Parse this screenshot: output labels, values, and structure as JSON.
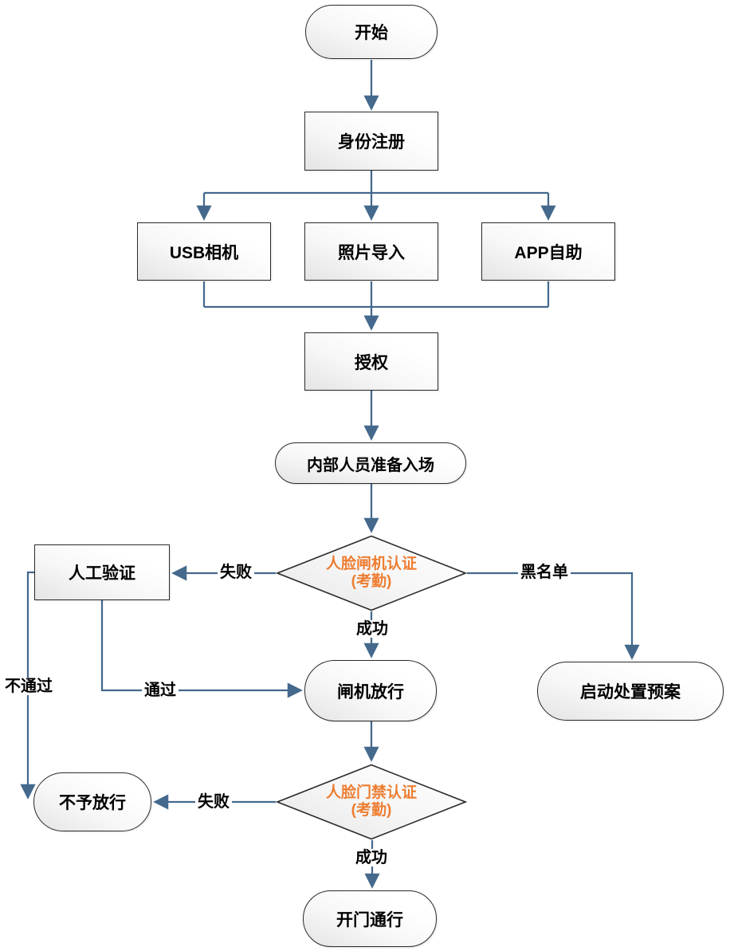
{
  "flowchart": {
    "nodes": {
      "start": {
        "label": "开始",
        "shape": "terminator"
      },
      "register": {
        "label": "身份注册",
        "shape": "process"
      },
      "usb": {
        "label": "USB相机",
        "shape": "process"
      },
      "photo": {
        "label": "照片导入",
        "shape": "process"
      },
      "app": {
        "label": "APP自助",
        "shape": "process"
      },
      "authorize": {
        "label": "授权",
        "shape": "process"
      },
      "prepare": {
        "label": "内部人员准备入场",
        "shape": "terminator"
      },
      "gate_auth": {
        "line1": "人脸闸机认证",
        "line2": "(考勤)",
        "shape": "decision"
      },
      "manual": {
        "label": "人工验证",
        "shape": "process"
      },
      "plan": {
        "label": "启动处置预案",
        "shape": "terminator"
      },
      "gate_pass": {
        "label": "闸机放行",
        "shape": "terminator"
      },
      "door_auth": {
        "line1": "人脸门禁认证",
        "line2": "(考勤)",
        "shape": "decision"
      },
      "deny": {
        "label": "不予放行",
        "shape": "terminator"
      },
      "open": {
        "label": "开门通行",
        "shape": "terminator"
      }
    },
    "edge_labels": {
      "fail1": "失败",
      "blacklist": "黑名单",
      "success1": "成功",
      "pass": "通过",
      "no_pass": "不通过",
      "fail2": "失败",
      "success2": "成功"
    },
    "colors": {
      "connector": "#44698D",
      "shape_border": "#2b2b2b",
      "decision_text": "#ED7D31",
      "node_text": "#000000",
      "canvas_bg": "#ffffff"
    }
  }
}
